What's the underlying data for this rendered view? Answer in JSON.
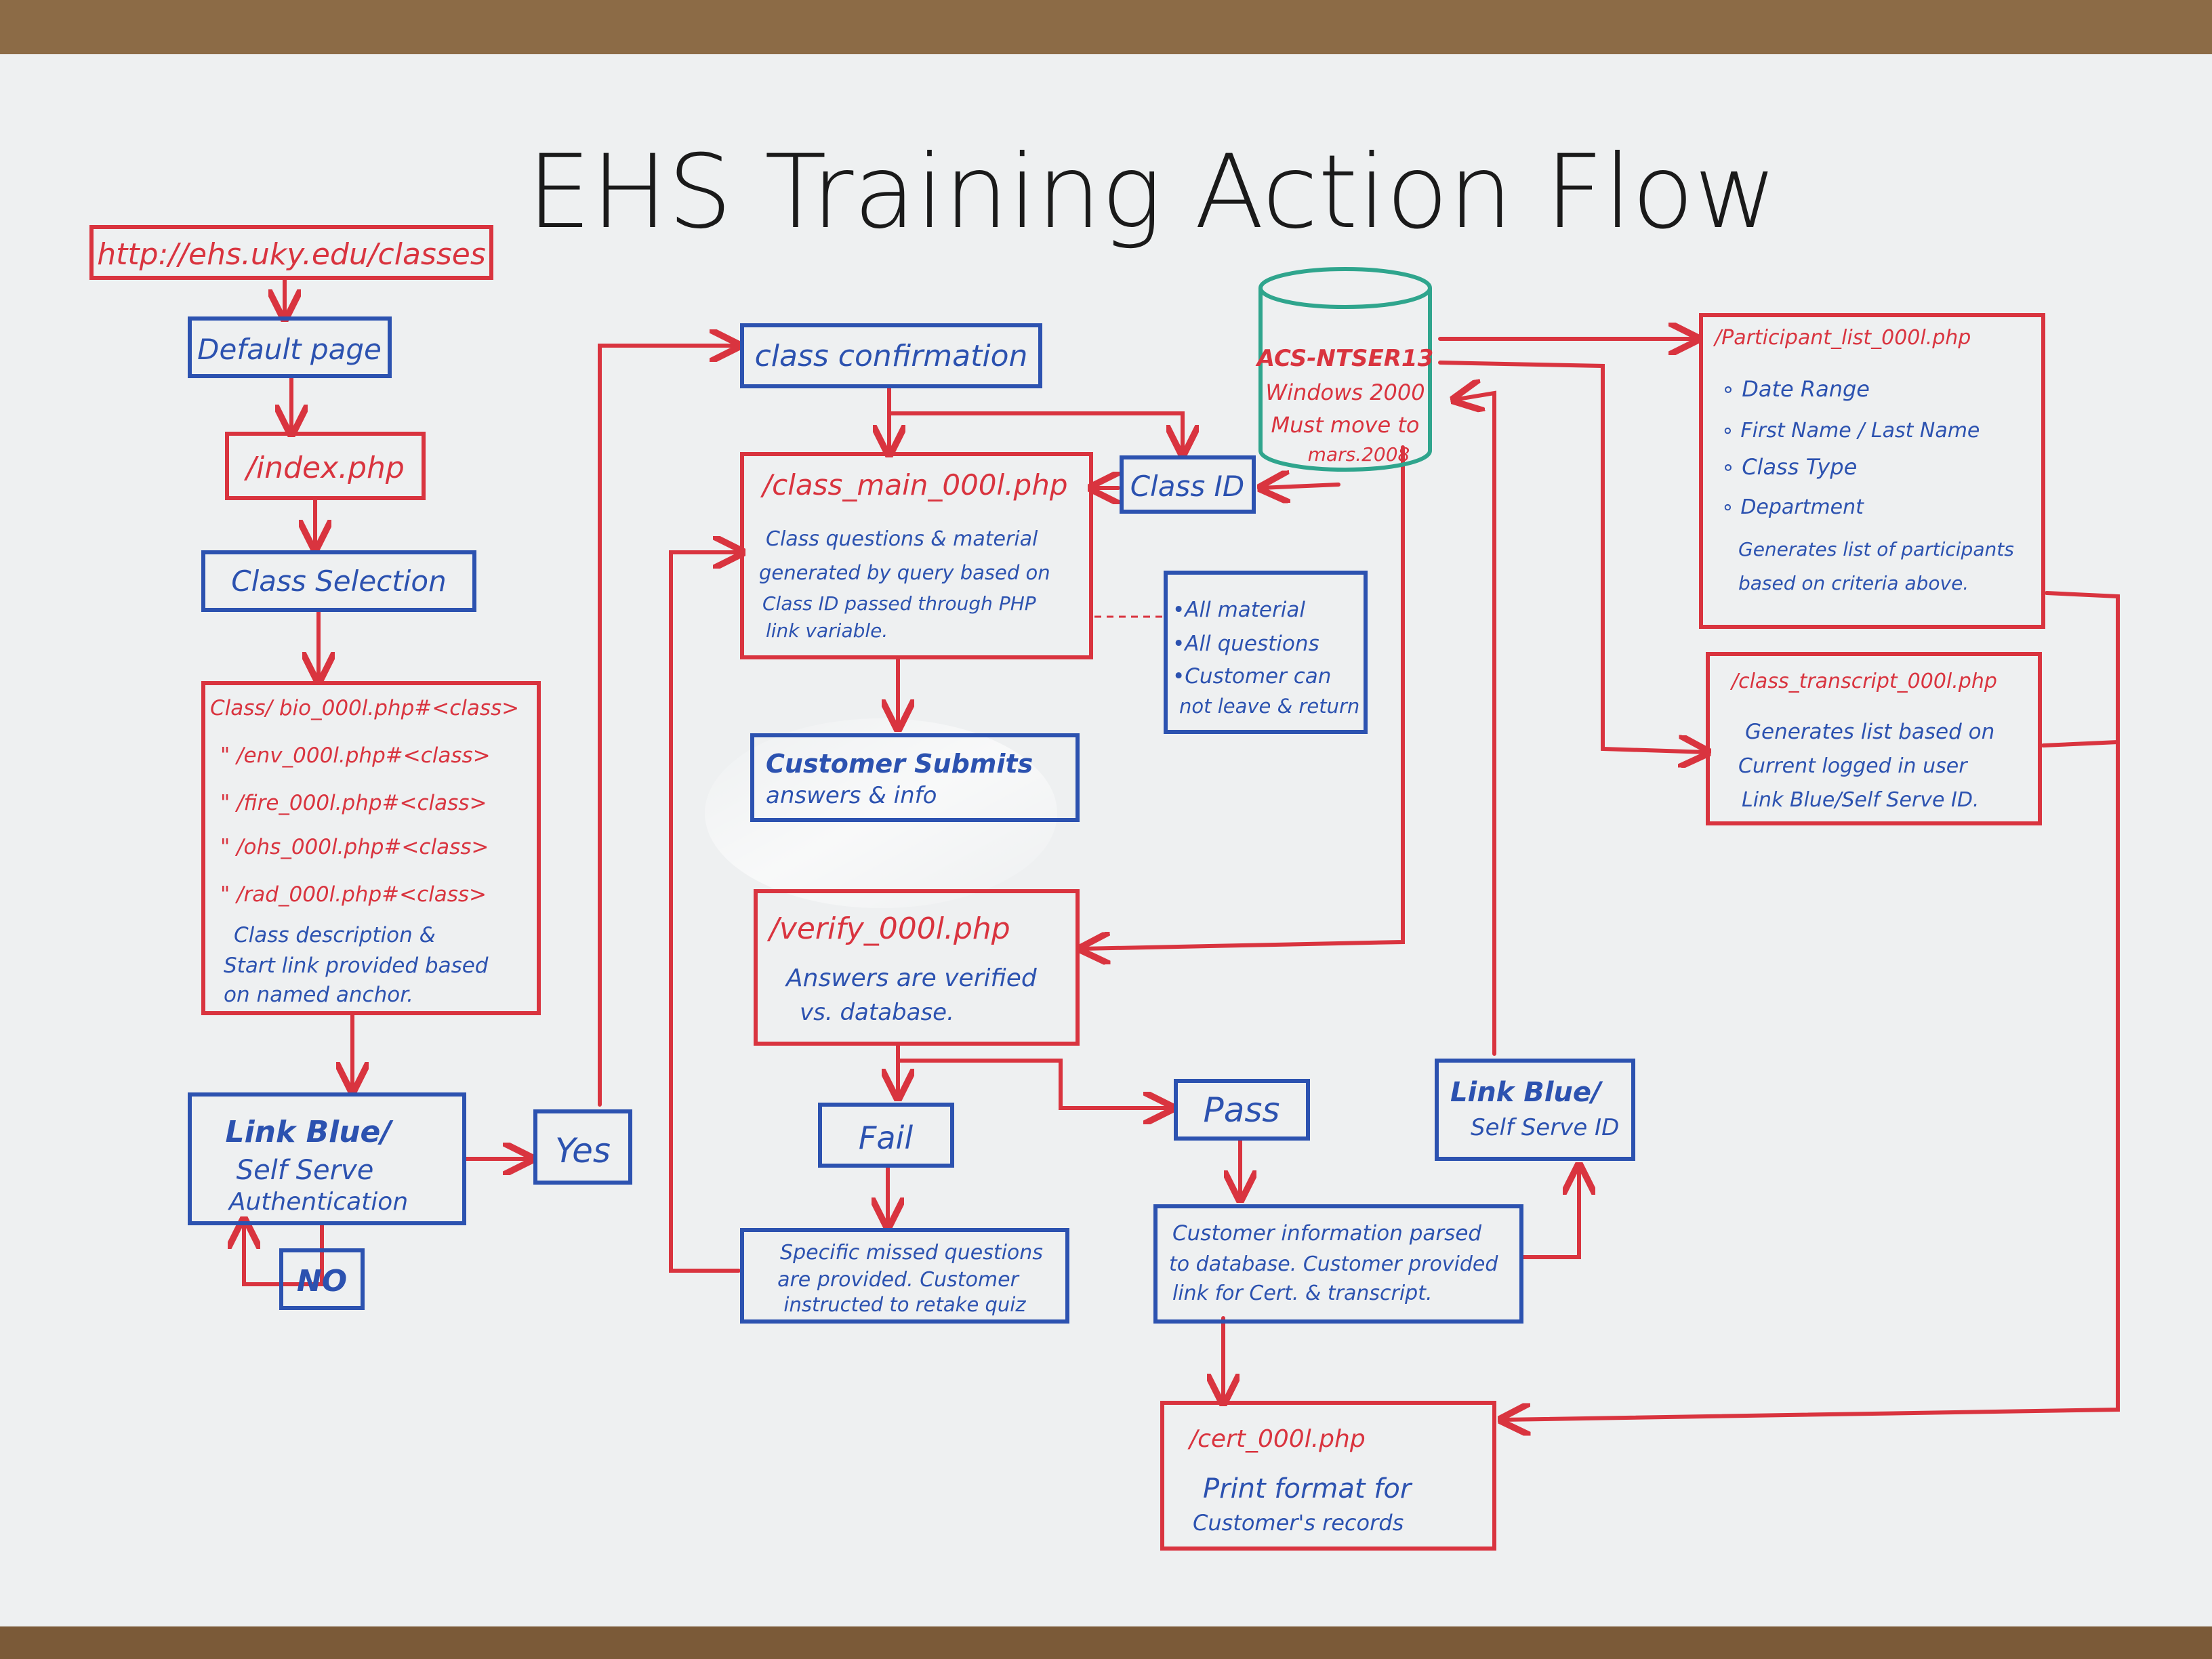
{
  "title": "EHS Training Action Flow",
  "colors": {
    "red": "#d9343f",
    "blue": "#2c52b0",
    "teal": "#2fa58d",
    "ink": "#1a1a1a"
  },
  "nodes": {
    "url": "http://ehs.uky.edu/classes",
    "default_page": "Default page",
    "index_php": "/index.php",
    "class_selection": "Class Selection",
    "class_list": {
      "lines": [
        "Class/ bio_000l.php#<class>",
        "\" /env_000l.php#<class>",
        "\" /fire_000l.php#<class>",
        "\" /ohs_000l.php#<class>",
        "\" /rad_000l.php#<class>"
      ],
      "desc": [
        "Class description &",
        "Start link provided based",
        "on named anchor."
      ]
    },
    "link_blue_auth": [
      "Link Blue/",
      "Self Serve",
      "Authentication"
    ],
    "yes": "Yes",
    "no": "NO",
    "class_confirmation": "class confirmation",
    "class_main": {
      "title": "/class_main_000l.php",
      "desc": [
        "Class questions & material",
        "generated by query based on",
        "Class ID passed through PHP",
        "link variable."
      ]
    },
    "class_id": "Class ID",
    "all_material_note": [
      "•All material",
      "•All questions",
      "•Customer can",
      "not leave & return"
    ],
    "customer_submits": [
      "Customer Submits",
      "answers & info"
    ],
    "verify": {
      "title": "/verify_000l.php",
      "desc": [
        "Answers are verified",
        "vs. database."
      ]
    },
    "fail": "Fail",
    "pass": "Pass",
    "missed_questions": [
      "Specific missed questions",
      "are provided. Customer",
      "instructed to retake quiz"
    ],
    "customer_info": [
      "Customer information parsed",
      "to database. Customer provided",
      "link for Cert. & transcript."
    ],
    "link_blue_id": [
      "Link Blue/",
      "Self Serve ID"
    ],
    "database": [
      "ACS-NTSER13",
      "Windows 2000",
      "Must move to",
      "mars.2008"
    ],
    "participant_list": {
      "title": "/Participant_list_000l.php",
      "items": [
        "∘ Date Range",
        "∘ First Name / Last Name",
        "∘ Class Type",
        "∘ Department"
      ],
      "desc": [
        "Generates list of participants",
        "based on criteria above."
      ]
    },
    "class_transcript": {
      "title": "/class_transcript_000l.php",
      "desc": [
        "Generates list based on",
        "Current logged in user",
        "Link Blue/Self Serve ID."
      ]
    },
    "cert": {
      "title": "/cert_000l.php",
      "desc": [
        "Print format for",
        "Customer's records"
      ]
    }
  }
}
